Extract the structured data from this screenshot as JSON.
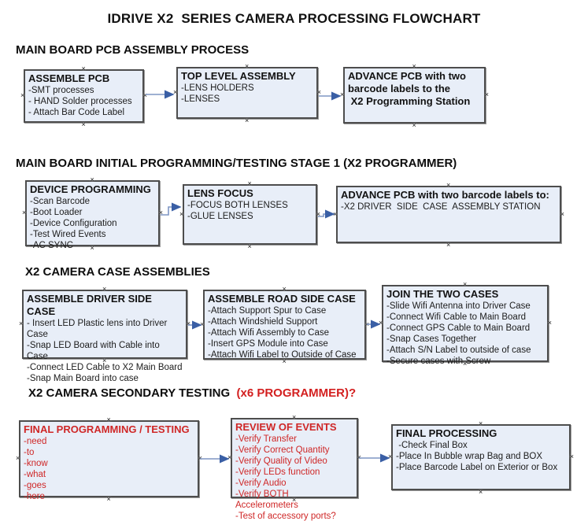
{
  "page_title": "IDRIVE X2  SERIES CAMERA PROCESSING FLOWCHART",
  "icons": {
    "connection_point": "×"
  },
  "colors": {
    "box_fill": "#e8eef8",
    "box_border": "#4d4d4d",
    "arrow_line": "#7e96c4",
    "arrow_head": "#3a5fa5",
    "red_text": "#cf2727",
    "heading_red": "#d31f1f",
    "black_text": "#111111"
  },
  "sections": [
    {
      "heading": "MAIN BOARD PCB ASSEMBLY PROCESS",
      "boxes": [
        {
          "title": "ASSEMBLE PCB",
          "items": [
            "-SMT processes",
            "- HAND Solder processes",
            "- Attach Bar Code Label"
          ]
        },
        {
          "title": "TOP LEVEL ASSEMBLY",
          "items": [
            "-LENS HOLDERS",
            "-LENSES"
          ]
        },
        {
          "title": "ADVANCE PCB with two",
          "items": [
            "barcode labels to the",
            " X2 Programming Station"
          ]
        }
      ]
    },
    {
      "heading": "MAIN BOARD INITIAL PROGRAMMING/TESTING STAGE 1 (X2 PROGRAMMER)",
      "boxes": [
        {
          "title": "DEVICE PROGRAMMING",
          "items": [
            "-Scan Barcode",
            "-Boot Loader",
            "-Device Configuration",
            "-Test Wired Events",
            "-AC SYNC"
          ]
        },
        {
          "title": "LENS FOCUS",
          "items": [
            "-FOCUS BOTH LENSES",
            "-GLUE LENSES"
          ]
        },
        {
          "title": "ADVANCE PCB with two barcode labels to:",
          "items": [
            "-X2 DRIVER  SIDE  CASE  ASSEMBLY STATION"
          ]
        }
      ]
    },
    {
      "heading": "X2 CAMERA CASE ASSEMBLIES",
      "boxes": [
        {
          "title": "ASSEMBLE DRIVER SIDE CASE",
          "items": [
            "- Insert LED Plastic lens into Driver Case",
            "-Snap LED Board with Cable into Case",
            "-Connect LED Cable to X2 Main Board",
            "-Snap Main Board into case"
          ]
        },
        {
          "title": "ASSEMBLE ROAD SIDE CASE",
          "items": [
            "-Attach Support Spur to Case",
            "-Attach Windshield Support",
            "-Attach Wifi Assembly to Case",
            "-Insert GPS Module into Case",
            "-Attach Wifi Label to Outside of Case"
          ]
        },
        {
          "title": "JOIN THE TWO CASES",
          "items": [
            "-Slide Wifi Antenna into Driver Case",
            "-Connect Wifi Cable to Main Board",
            "-Connect GPS Cable to Main Board",
            "-Snap Cases Together",
            "-Attach S/N Label to outside of case",
            "-Secure cases with Screw"
          ]
        }
      ]
    },
    {
      "heading": "X2 CAMERA SECONDARY TESTING ",
      "heading_suffix": " (x6 PROGRAMMER)?",
      "boxes": [
        {
          "title": "FINAL PROGRAMMING / TESTING",
          "items": [
            "-need",
            "-to",
            "-know",
            "-what",
            "-goes",
            "-here"
          ]
        },
        {
          "title": "REVIEW OF EVENTS",
          "items": [
            "-Verify Transfer",
            "-Verify Correct Quantity",
            "-Verify Quality of Video",
            "-Verify LEDs function",
            "-Verify Audio",
            "-Verify BOTH Accelerometers",
            "-Test of accessory ports?"
          ]
        },
        {
          "title": "FINAL PROCESSING",
          "items": [
            " -Check Final Box",
            "-Place In Bubble wrap Bag and BOX",
            "-Place Barcode Label on Exterior or Box"
          ]
        }
      ]
    }
  ]
}
